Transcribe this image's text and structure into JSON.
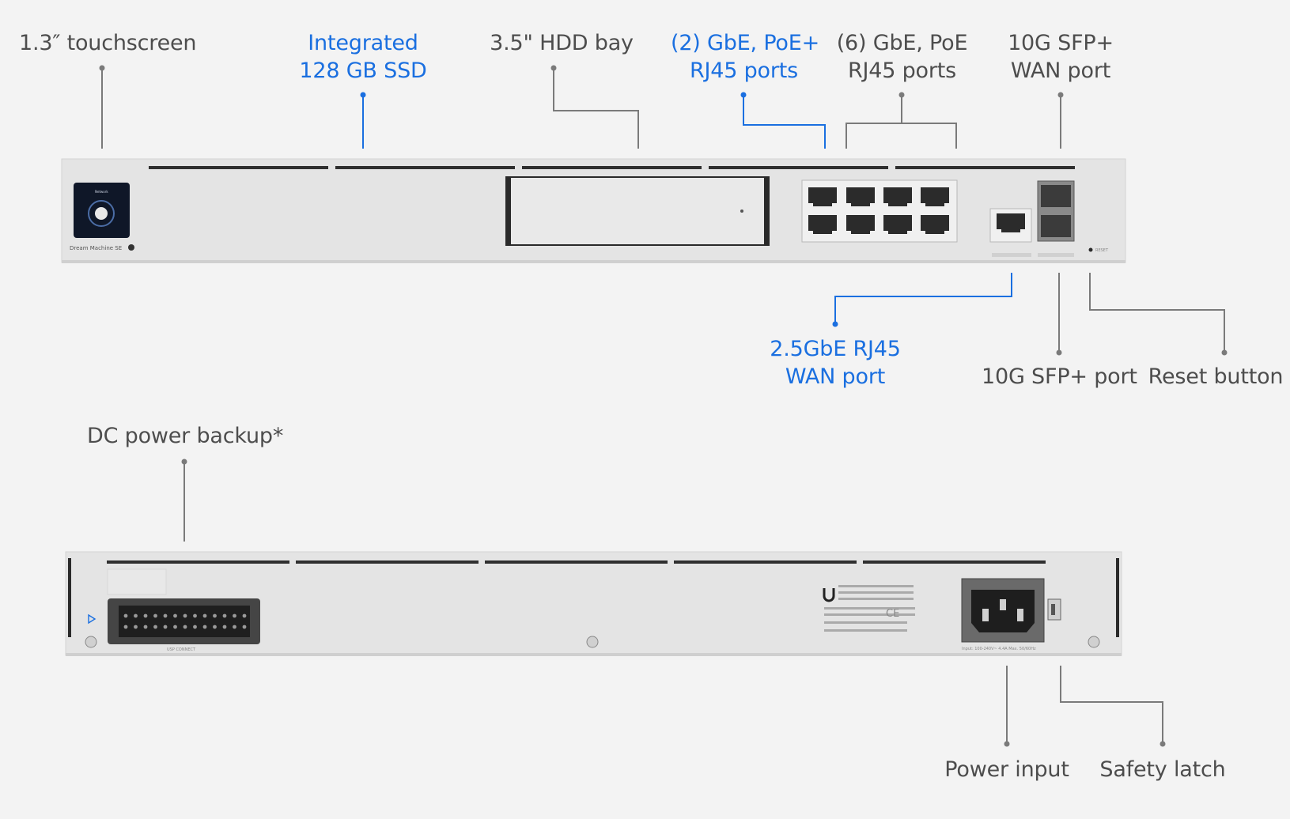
{
  "colors": {
    "background": "#f3f3f3",
    "label_gray": "#4d4d4d",
    "label_blue": "#1a6fe0",
    "device_body": "#e4e4e4"
  },
  "labels": {
    "touchscreen": [
      "1.3″ touchscreen"
    ],
    "ssd": [
      "Integrated",
      "128 GB SSD"
    ],
    "hdd": [
      "3.5\" HDD bay"
    ],
    "poe_plus": [
      "(2) GbE, PoE+",
      "RJ45 ports"
    ],
    "poe": [
      "(6) GbE, PoE",
      "RJ45 ports"
    ],
    "sfp_wan": [
      "10G SFP+",
      "WAN port"
    ],
    "wan_2_5": [
      "2.5GbE RJ45",
      "WAN port"
    ],
    "sfp_port": [
      "10G SFP+ port"
    ],
    "reset": [
      "Reset button"
    ],
    "dc_backup": [
      "DC power backup*"
    ],
    "power_input": [
      "Power input"
    ],
    "safety_latch": [
      "Safety latch"
    ]
  },
  "device": {
    "screen_text": "Network",
    "model_text": "Dream Machine SE",
    "reset_text": "RESET",
    "dc_port_text": "USP CONNECT",
    "power_rating_text": "Input: 100-240V~ 4.4A Max. 50/60Hz"
  }
}
